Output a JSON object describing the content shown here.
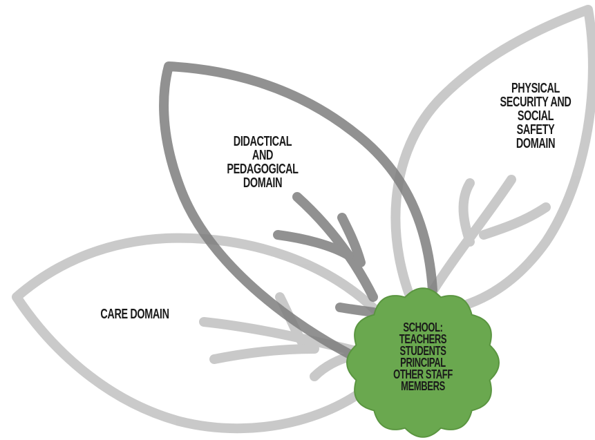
{
  "diagram": {
    "nodes": [
      {
        "id": "didactical",
        "lines": [
          "DIDACTICAL",
          "AND",
          "PEDAGOGICAL",
          "DOMAIN"
        ]
      },
      {
        "id": "physical",
        "lines": [
          "PHYSICAL",
          "SECURITY AND",
          "SOCIAL",
          "SAFETY",
          "DOMAIN"
        ]
      },
      {
        "id": "care",
        "lines": [
          "CARE DOMAIN"
        ]
      },
      {
        "id": "school",
        "lines": [
          "SCHOOL:",
          "TEACHERS",
          "STUDENTS",
          "PRINCIPAL",
          "OTHER STAFF",
          "MEMBERS"
        ]
      }
    ]
  },
  "colors": {
    "leaf_dark": "#7a7a7a",
    "leaf_light": "#c2c2c2",
    "center_fill": "#6aa84f",
    "label_text": "#1a1a1a"
  }
}
